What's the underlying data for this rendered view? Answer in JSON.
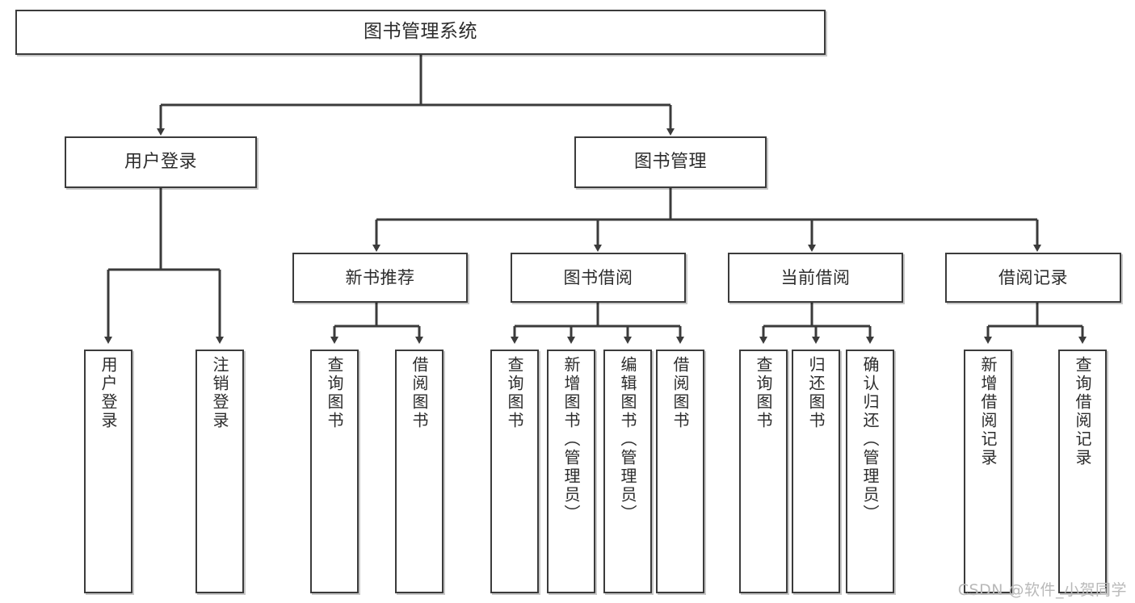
{
  "diagram": {
    "type": "tree-hierarchy-chart",
    "title": "图书管理系统",
    "watermark": "CSDN @软件_小贺同学",
    "colors": {
      "background": "#ffffff",
      "box_border": "#3b3b3b",
      "box_fill": "#ffffff",
      "edge": "#3b3b3b",
      "text": "#2c2c2c",
      "watermark": "#b9b9b9"
    },
    "root": {
      "label": "图书管理系统"
    },
    "level2": [
      {
        "label": "用户登录"
      },
      {
        "label": "图书管理"
      }
    ],
    "level3": [
      {
        "label": "新书推荐"
      },
      {
        "label": "图书借阅"
      },
      {
        "label": "当前借阅"
      },
      {
        "label": "借阅记录"
      }
    ],
    "leaves": {
      "user_login": [
        {
          "label": "用户登录"
        },
        {
          "label": "注销登录"
        }
      ],
      "new_book_recommend": [
        {
          "label": "查询图书"
        },
        {
          "label": "借阅图书"
        }
      ],
      "book_borrow": [
        {
          "label": "查询图书"
        },
        {
          "label": "新增图书（管理员）"
        },
        {
          "label": "编辑图书（管理员）"
        },
        {
          "label": "借阅图书"
        }
      ],
      "current_borrow": [
        {
          "label": "查询图书"
        },
        {
          "label": "归还图书"
        },
        {
          "label": "确认归还（管理员）"
        }
      ],
      "borrow_record": [
        {
          "label": "新增借阅记录"
        },
        {
          "label": "查询借阅记录"
        }
      ]
    }
  }
}
